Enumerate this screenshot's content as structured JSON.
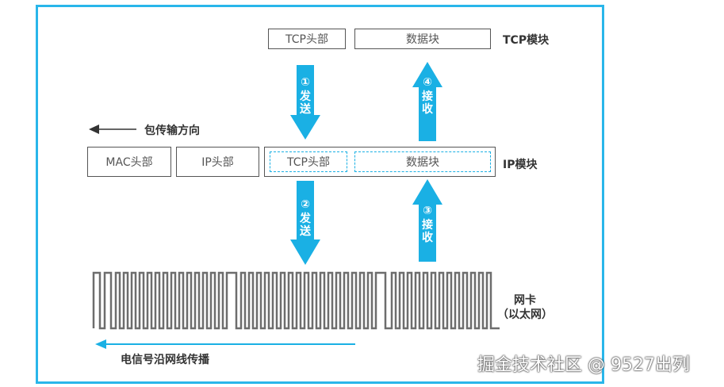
{
  "tcp_module": {
    "header_label": "TCP头部",
    "data_label": "数据块",
    "module_label": "TCP模块"
  },
  "ip_module": {
    "mac_header_label": "MAC头部",
    "ip_header_label": "IP头部",
    "tcp_header_label": "TCP头部",
    "data_label": "数据块",
    "module_label": "IP模块"
  },
  "packet_direction_label": "包传输方向",
  "nic_label_line1": "网卡",
  "nic_label_line2": "（以太网）",
  "signal_label": "电信号沿网线传播",
  "arrows": {
    "step1": {
      "number": "①",
      "text": "发送"
    },
    "step2": {
      "number": "②",
      "text": "发送"
    },
    "step3": {
      "number": "③",
      "text": "接收"
    },
    "step4": {
      "number": "④",
      "text": "接收"
    }
  },
  "watermark": "掘金技术社区 @ 9527出列",
  "colors": {
    "frame": "#29b6ea",
    "arrow": "#1ab0e4",
    "wave": "#6d6d6d",
    "text": "#333333"
  }
}
